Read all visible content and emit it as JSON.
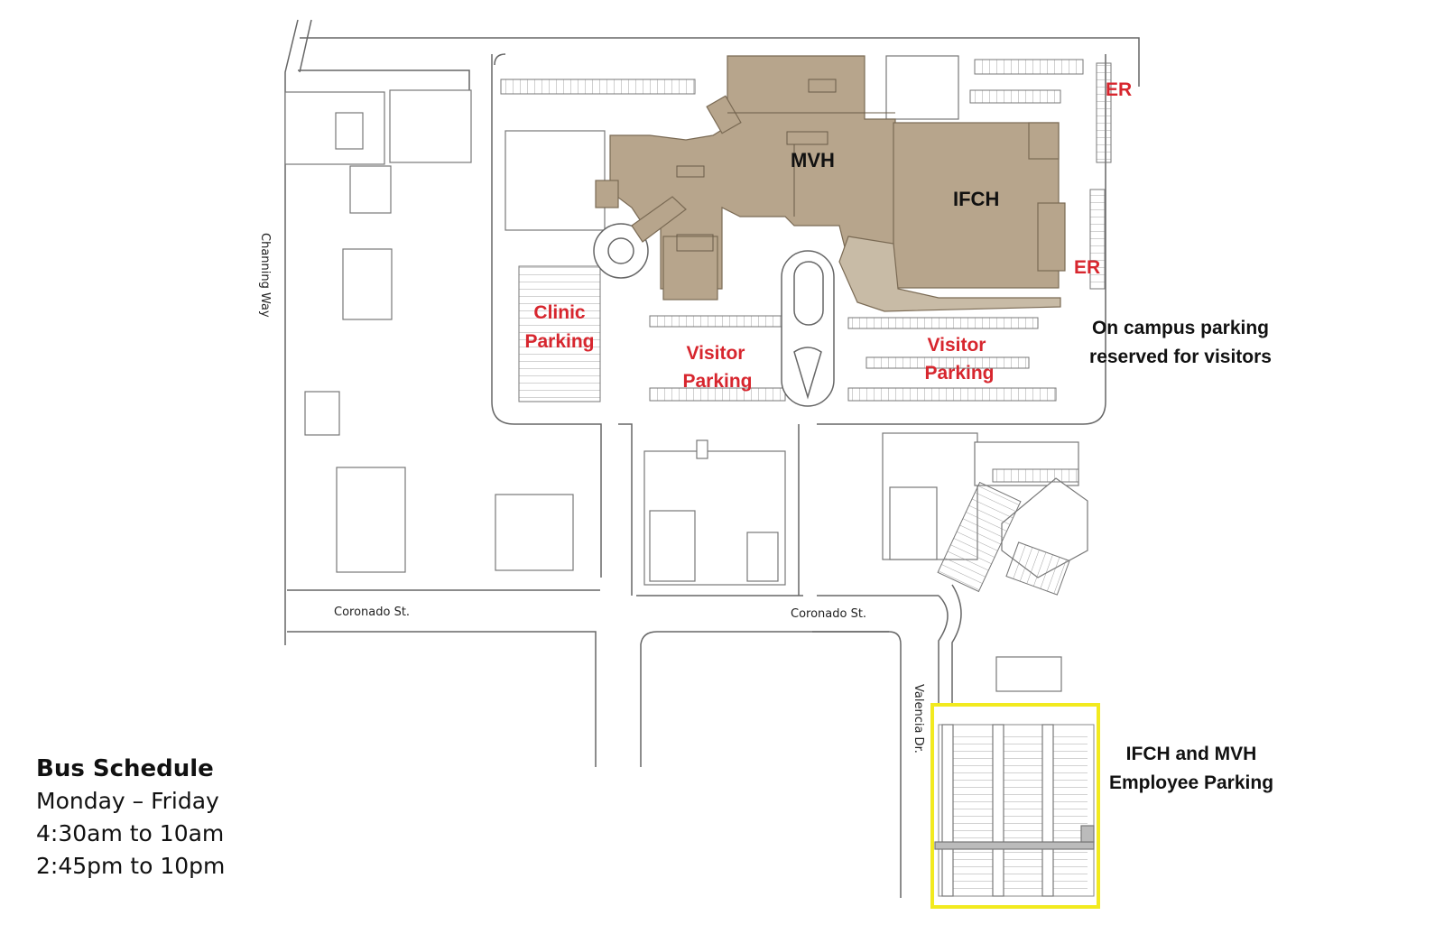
{
  "streets": {
    "channing": "Channing Way",
    "coronado_west": "Coronado St.",
    "coronado_east": "Coronado St.",
    "valencia": "Valencia Dr."
  },
  "buildings": {
    "mvh": "MVH",
    "ifch": "IFCH"
  },
  "er_labels": [
    "ER",
    "ER"
  ],
  "lots": {
    "clinic": [
      "Clinic",
      "Parking"
    ],
    "visitor_center": [
      "Visitor",
      "Parking"
    ],
    "visitor_east": [
      "Visitor",
      "Parking"
    ]
  },
  "notes": {
    "visitor_note": [
      "On campus parking",
      "reserved for visitors"
    ],
    "employee_note": [
      "IFCH and MVH",
      "Employee Parking"
    ]
  },
  "bus_schedule": {
    "title": "Bus Schedule",
    "days": "Monday – Friday",
    "slot_1": "4:30am to 10am",
    "slot_2": "2:45pm to 10pm"
  },
  "colors": {
    "building_fill": "#b7a58c",
    "lot_label": "#d7262e",
    "employee_highlight": "#f2ea1f",
    "line": "#555555"
  }
}
